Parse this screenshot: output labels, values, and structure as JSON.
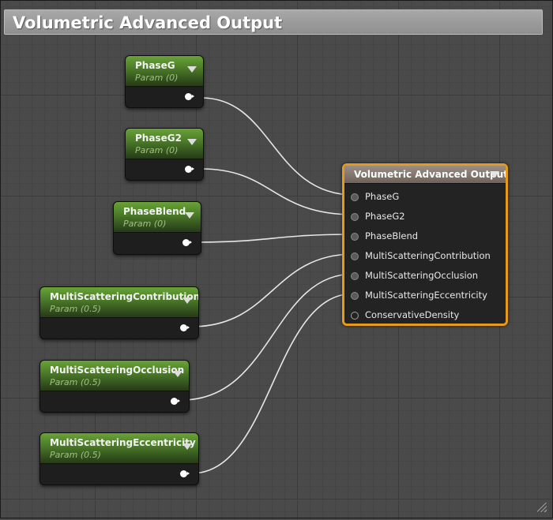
{
  "graph": {
    "title": "Volumetric Advanced Output"
  },
  "param_nodes": [
    {
      "title": "PhaseG",
      "subtitle": "Param (0)"
    },
    {
      "title": "PhaseG2",
      "subtitle": "Param (0)"
    },
    {
      "title": "PhaseBlend",
      "subtitle": "Param (0)"
    },
    {
      "title": "MultiScatteringContribution",
      "subtitle": "Param (0.5)"
    },
    {
      "title": "MultiScatteringOcclusion",
      "subtitle": "Param (0.5)"
    },
    {
      "title": "MultiScatteringEccentricity",
      "subtitle": "Param (0.5)"
    }
  ],
  "output_node": {
    "title": "Volumetric Advanced Output",
    "inputs": [
      "PhaseG",
      "PhaseG2",
      "PhaseBlend",
      "MultiScatteringContribution",
      "MultiScatteringOcclusion",
      "MultiScatteringEccentricity",
      "ConservativeDensity"
    ]
  },
  "colors": {
    "param_header": "#4c7d28",
    "output_border": "#e69a1c",
    "wire": "#e6e6e6"
  }
}
